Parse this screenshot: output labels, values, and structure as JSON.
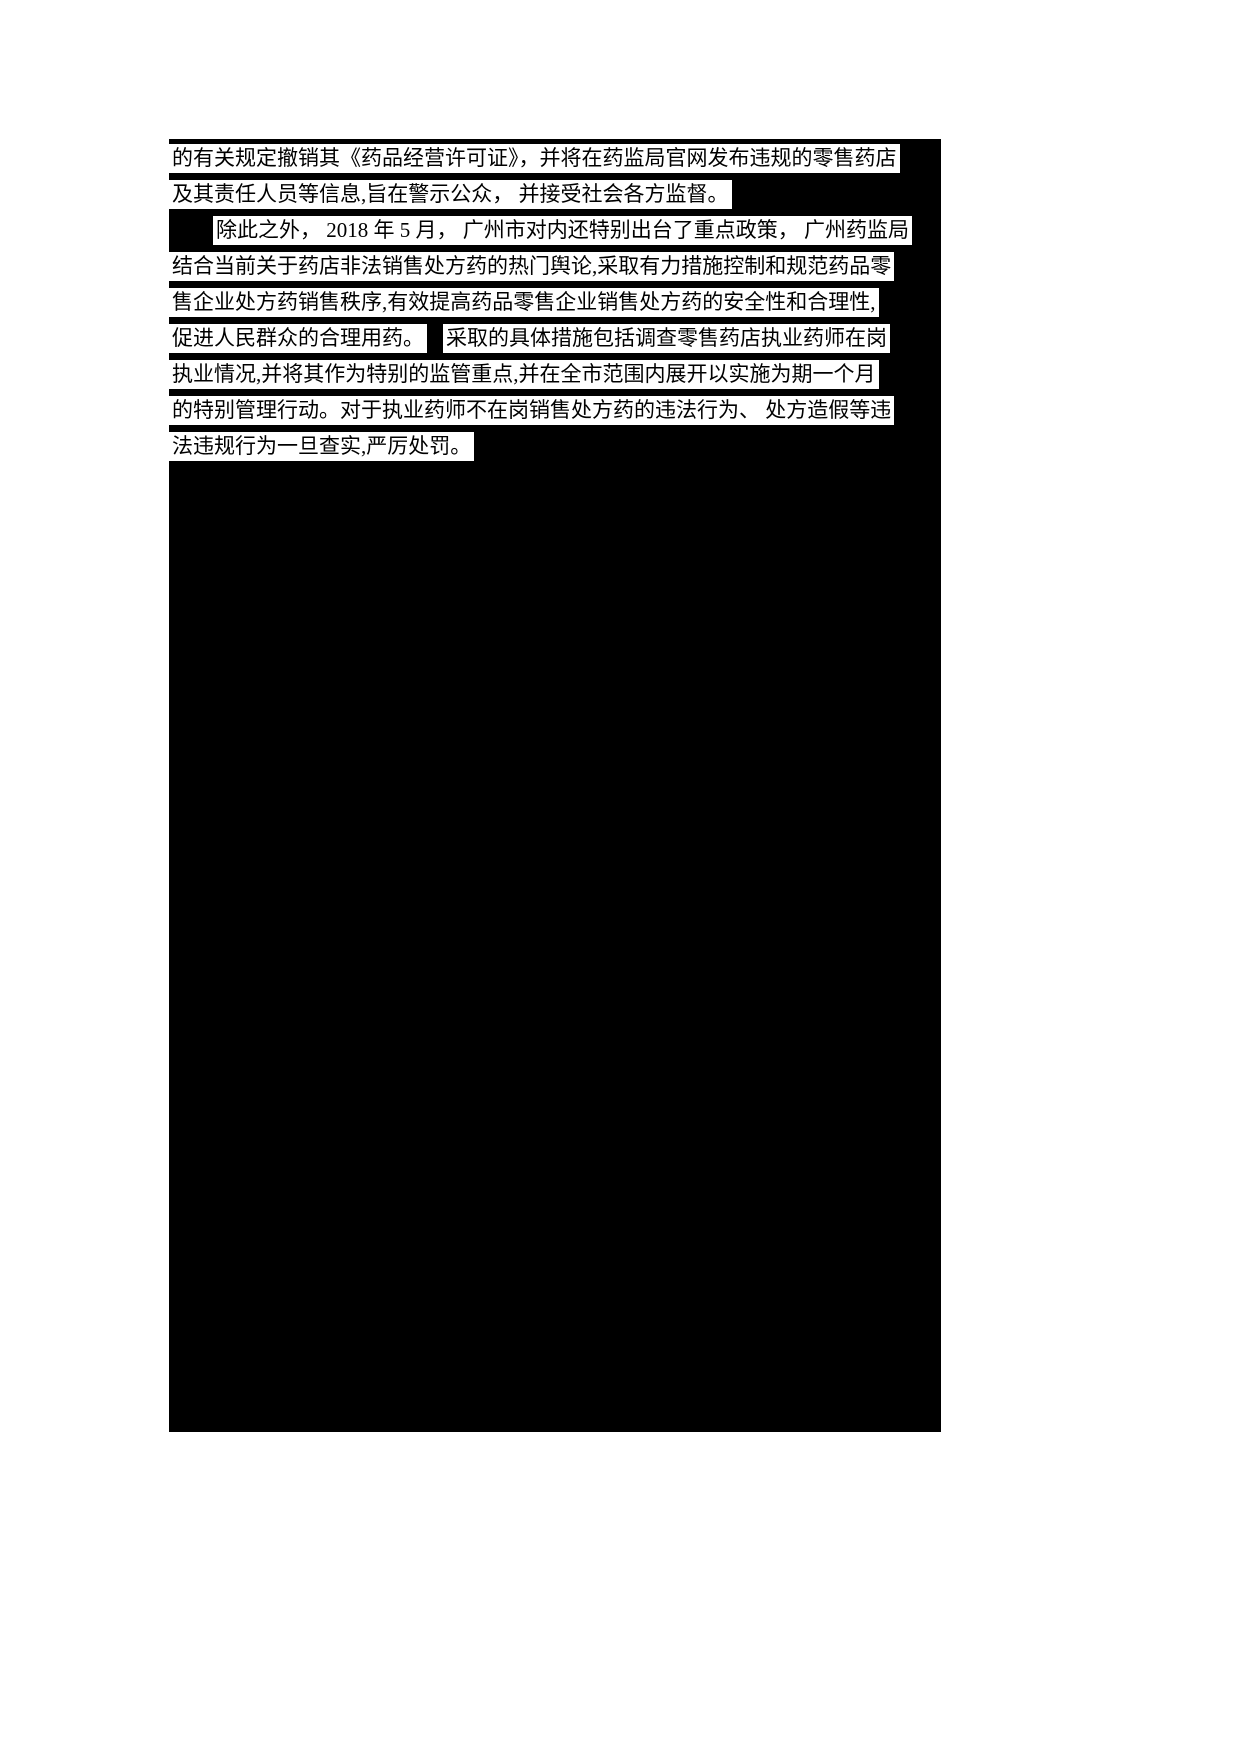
{
  "page": {
    "background_color": "#ffffff",
    "content_background_color": "#000000",
    "highlight_color": "#ffffff",
    "text_color": "#000000"
  },
  "document": {
    "lines": [
      {
        "indent": false,
        "segments": [
          {
            "highlight": true,
            "text": "的有关规定撤销其《药品经营许可证》，并将在药监局官网发布违规的零售药店"
          }
        ]
      },
      {
        "indent": false,
        "segments": [
          {
            "highlight": true,
            "text": "及其责任人员等信息,旨在警示公众， 并接受社会各方监督。"
          }
        ]
      },
      {
        "indent": true,
        "segments": [
          {
            "highlight": true,
            "text": "除此之外， 2018 年 5 月， 广州市对内还特别出台了重点政策， 广州药监局"
          }
        ]
      },
      {
        "indent": false,
        "segments": [
          {
            "highlight": true,
            "text": "结合当前关于药店非法销售处方药的热门舆论,采取有力措施控制和规范药品零"
          }
        ]
      },
      {
        "indent": false,
        "segments": [
          {
            "highlight": true,
            "text": "售企业处方药销售秩序,有效提高药品零售企业销售处方药的安全性和合理性,"
          }
        ]
      },
      {
        "indent": false,
        "segments": [
          {
            "highlight": true,
            "text": "促进人民群众的合理用药。"
          },
          {
            "highlight": false,
            "text": ""
          },
          {
            "highlight": true,
            "text": "采取的具体措施包括调查零售药店执业药师在岗"
          }
        ]
      },
      {
        "indent": false,
        "segments": [
          {
            "highlight": true,
            "text": "执业情况,并将其作为特别的监管重点,并在全市范围内展开以实施为期一个月"
          }
        ]
      },
      {
        "indent": false,
        "segments": [
          {
            "highlight": true,
            "text": "的特别管理行动。对于执业药师不在岗销售处方药的违法行为、 处方造假等违"
          }
        ]
      },
      {
        "indent": false,
        "segments": [
          {
            "highlight": true,
            "text": "法违规行为一旦查实,严厉处罚。"
          }
        ]
      }
    ]
  }
}
